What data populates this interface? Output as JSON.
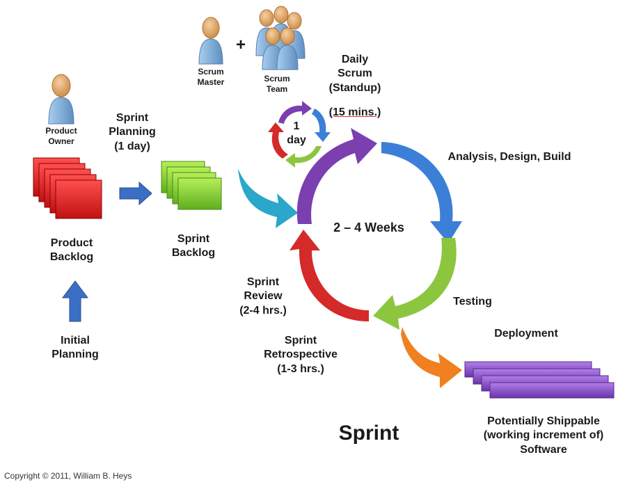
{
  "labels": {
    "product_owner": "Product\nOwner",
    "scrum_master": "Scrum\nMaster",
    "plus": "+",
    "scrum_team": "Scrum\nTeam",
    "daily_scrum": "Daily\nScrum\n(Standup)",
    "daily_scrum_mins": "(15 mins.)",
    "one_day": "1\nday",
    "sprint_planning": "Sprint\nPlanning\n(1 day)",
    "product_backlog": "Product\nBacklog",
    "sprint_backlog": "Sprint\nBacklog",
    "initial_planning": "Initial\nPlanning",
    "cycle_duration": "2 – 4 Weeks",
    "analysis": "Analysis, Design, Build",
    "testing": "Testing",
    "deployment": "Deployment",
    "sprint_review": "Sprint\nReview\n(2-4 hrs.)",
    "sprint_retro": "Sprint\nRetrospective\n(1-3 hrs.)",
    "shippable": "Potentially Shippable\n(working increment of)\nSoftware",
    "sprint_title": "Sprint",
    "copyright": "Copyright © 2011, William B. Heys"
  },
  "colors": {
    "product_backlog": "#e02020",
    "sprint_backlog": "#7ccf2a",
    "shippable": "#8e56c8",
    "arrow_blue": "#3a6fc4",
    "cycle_purple": "#7b3fb0",
    "cycle_blue": "#3c7fd6",
    "cycle_green": "#8cc63f",
    "cycle_red": "#d42a2a",
    "feed_teal": "#2aa7c9",
    "deploy_orange": "#f08020",
    "person": "#8fb8dd",
    "head": "#e8b070"
  }
}
